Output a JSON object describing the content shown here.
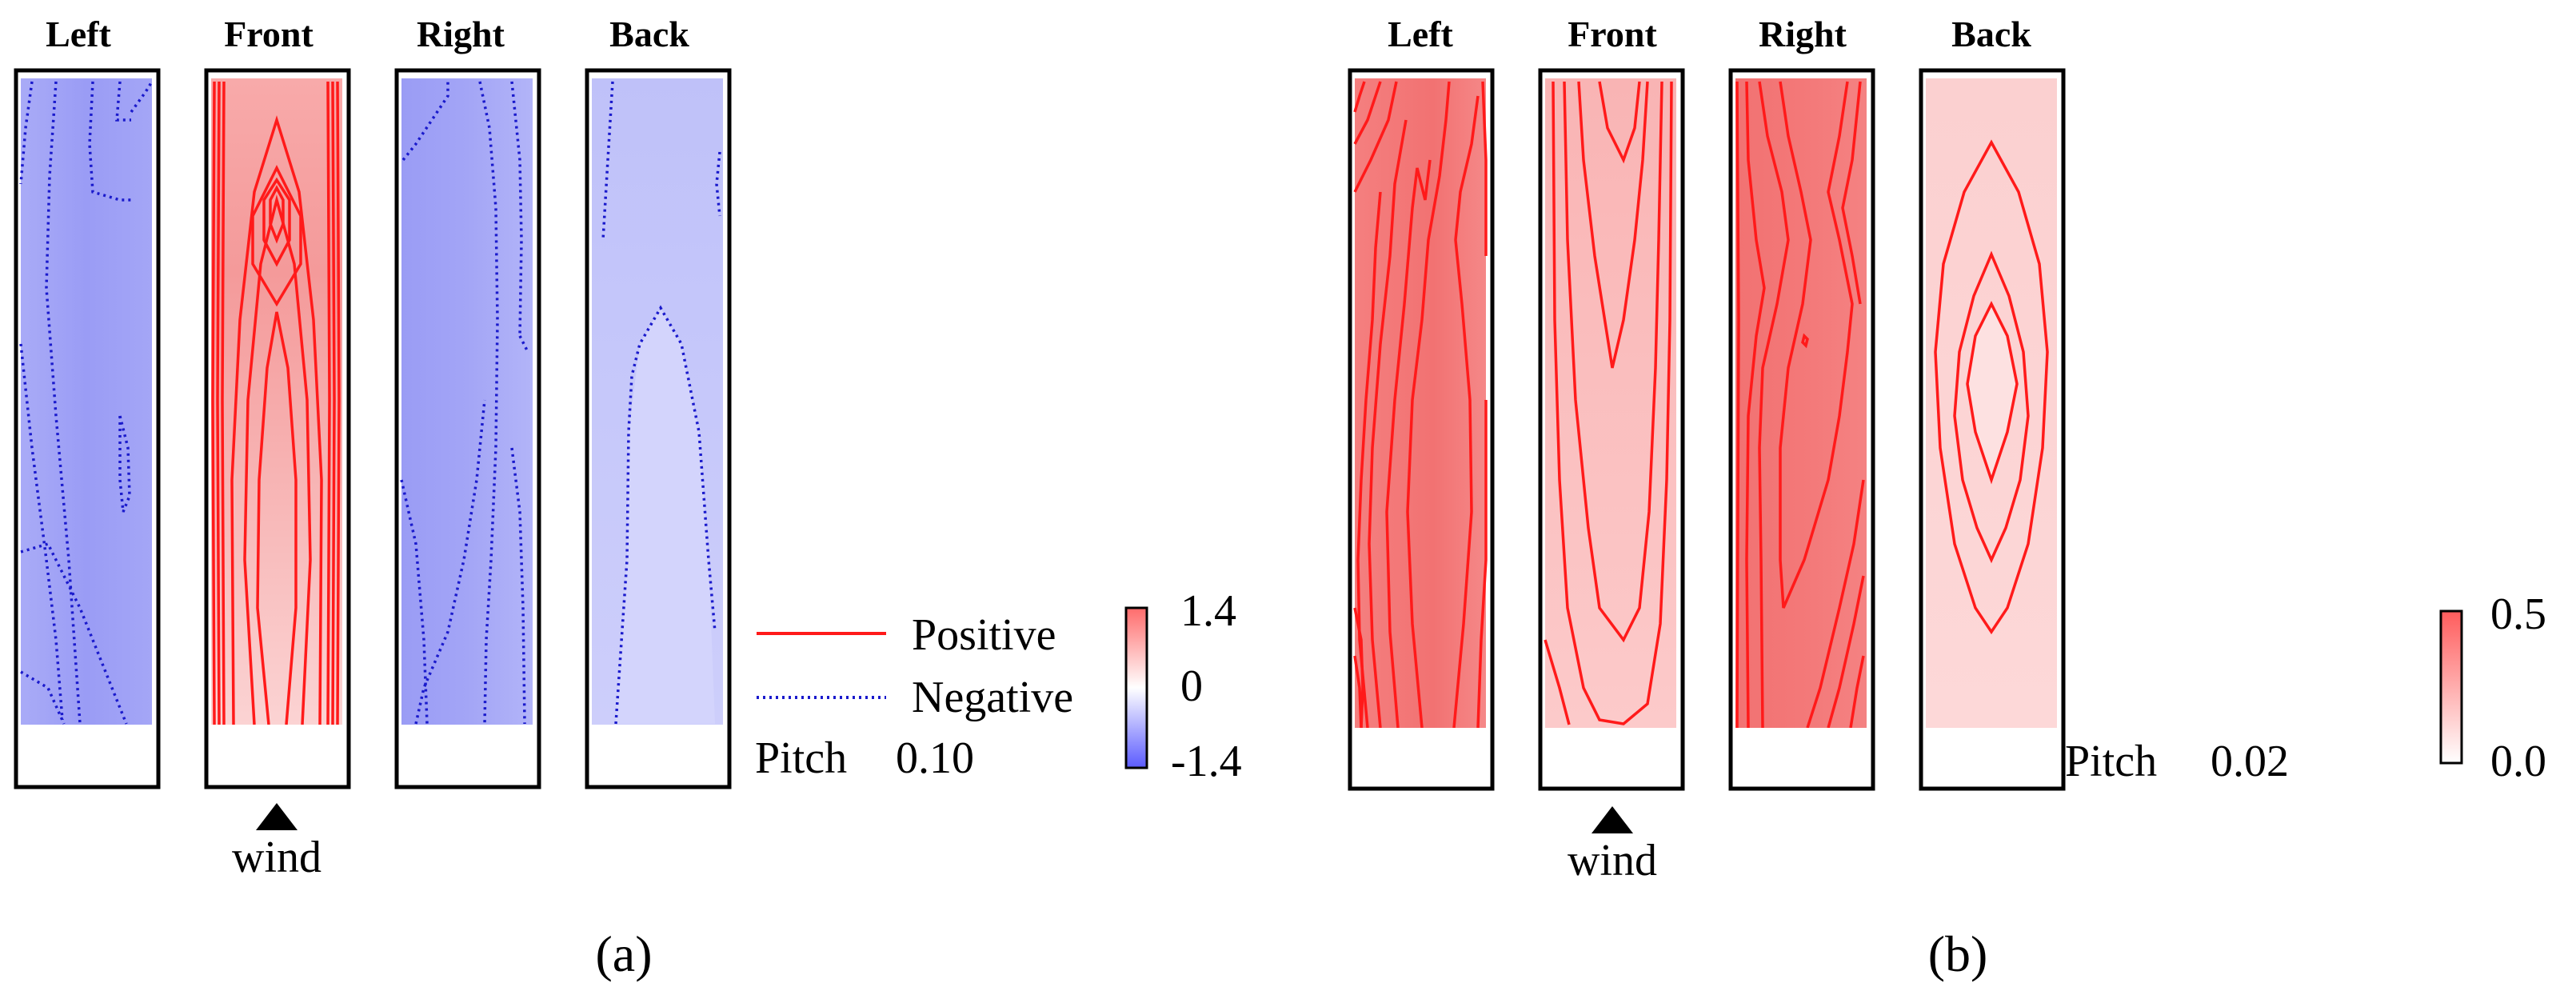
{
  "panel_a": {
    "faces": [
      "Left",
      "Front",
      "Right",
      "Back"
    ],
    "wind_label": "wind",
    "legend": {
      "positive_label": "Positive",
      "negative_label": "Negative",
      "pitch_label": "Pitch",
      "pitch_value": "0.10"
    },
    "colorbar": {
      "max_label": "1.4",
      "mid_label": "0",
      "min_label": "-1.4",
      "top_color": "#ff6b6b",
      "bottom_color": "#5b5bff"
    },
    "panel_label": "(a)"
  },
  "panel_b": {
    "faces": [
      "Left",
      "Front",
      "Right",
      "Back"
    ],
    "wind_label": "wind",
    "legend": {
      "pitch_label": "Pitch",
      "pitch_value": "0.02"
    },
    "colorbar": {
      "max_label": "0.5",
      "min_label": "0.0",
      "top_color": "#ff5c5c",
      "bottom_color": "#ffffff"
    },
    "panel_label": "(b)"
  },
  "colors": {
    "positive_line": "#ff1a1a",
    "negative_line": "#1a1acc",
    "frame": "#000000"
  }
}
